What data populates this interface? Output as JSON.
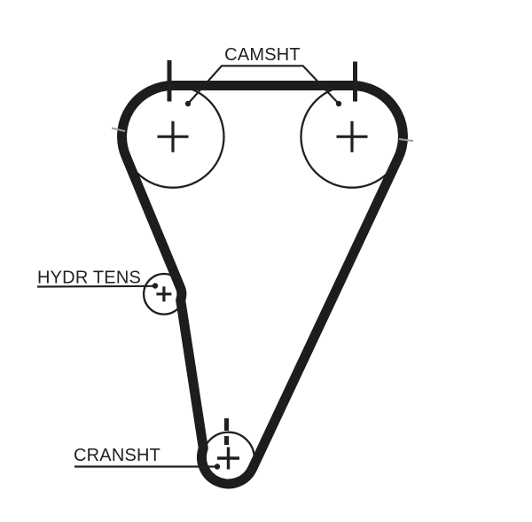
{
  "diagram": {
    "title": "timing-belt-routing-diagram",
    "labels": {
      "camshaft": "CAMSHT",
      "hydraulic_tensioner": "HYDR TENS",
      "crankshaft": "CRANSHT"
    },
    "components": {
      "camshaft_pulleys": "2",
      "hydraulic_tensioner_pulleys": "1",
      "crankshaft_pulleys": "1"
    },
    "colors": {
      "belt": "#1d1d1b",
      "line": "#231f20",
      "background": "#ffffff",
      "alignment_mark": "#9b9b9b"
    }
  }
}
